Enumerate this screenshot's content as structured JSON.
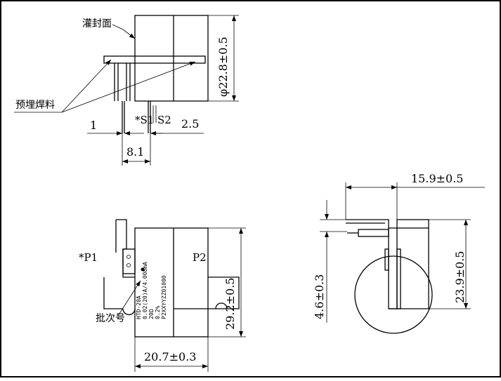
{
  "labels": {
    "sealing_surface": "灌封面",
    "embedded_solder": "预埋焊料",
    "batch_number": "批次号",
    "s1": "*S1",
    "s2": "S2",
    "p1": "*P1",
    "p2": "P2"
  },
  "dimensions": {
    "diameter": "φ22.8±0.5",
    "pin_width": "1",
    "pin_pitch": "2.5",
    "pin_span": "8.1",
    "height": "29.2±0.5",
    "width": "20.7±0.3",
    "top_width": "15.9±0.5",
    "side_height": "23.9±0.5",
    "offset": "4.6±0.3"
  },
  "product_marking": [
    "HTD-20A",
    "0.02(20)A/4.008mA",
    "20Ω",
    "0.2%",
    "P2XXYYZZ01000"
  ]
}
